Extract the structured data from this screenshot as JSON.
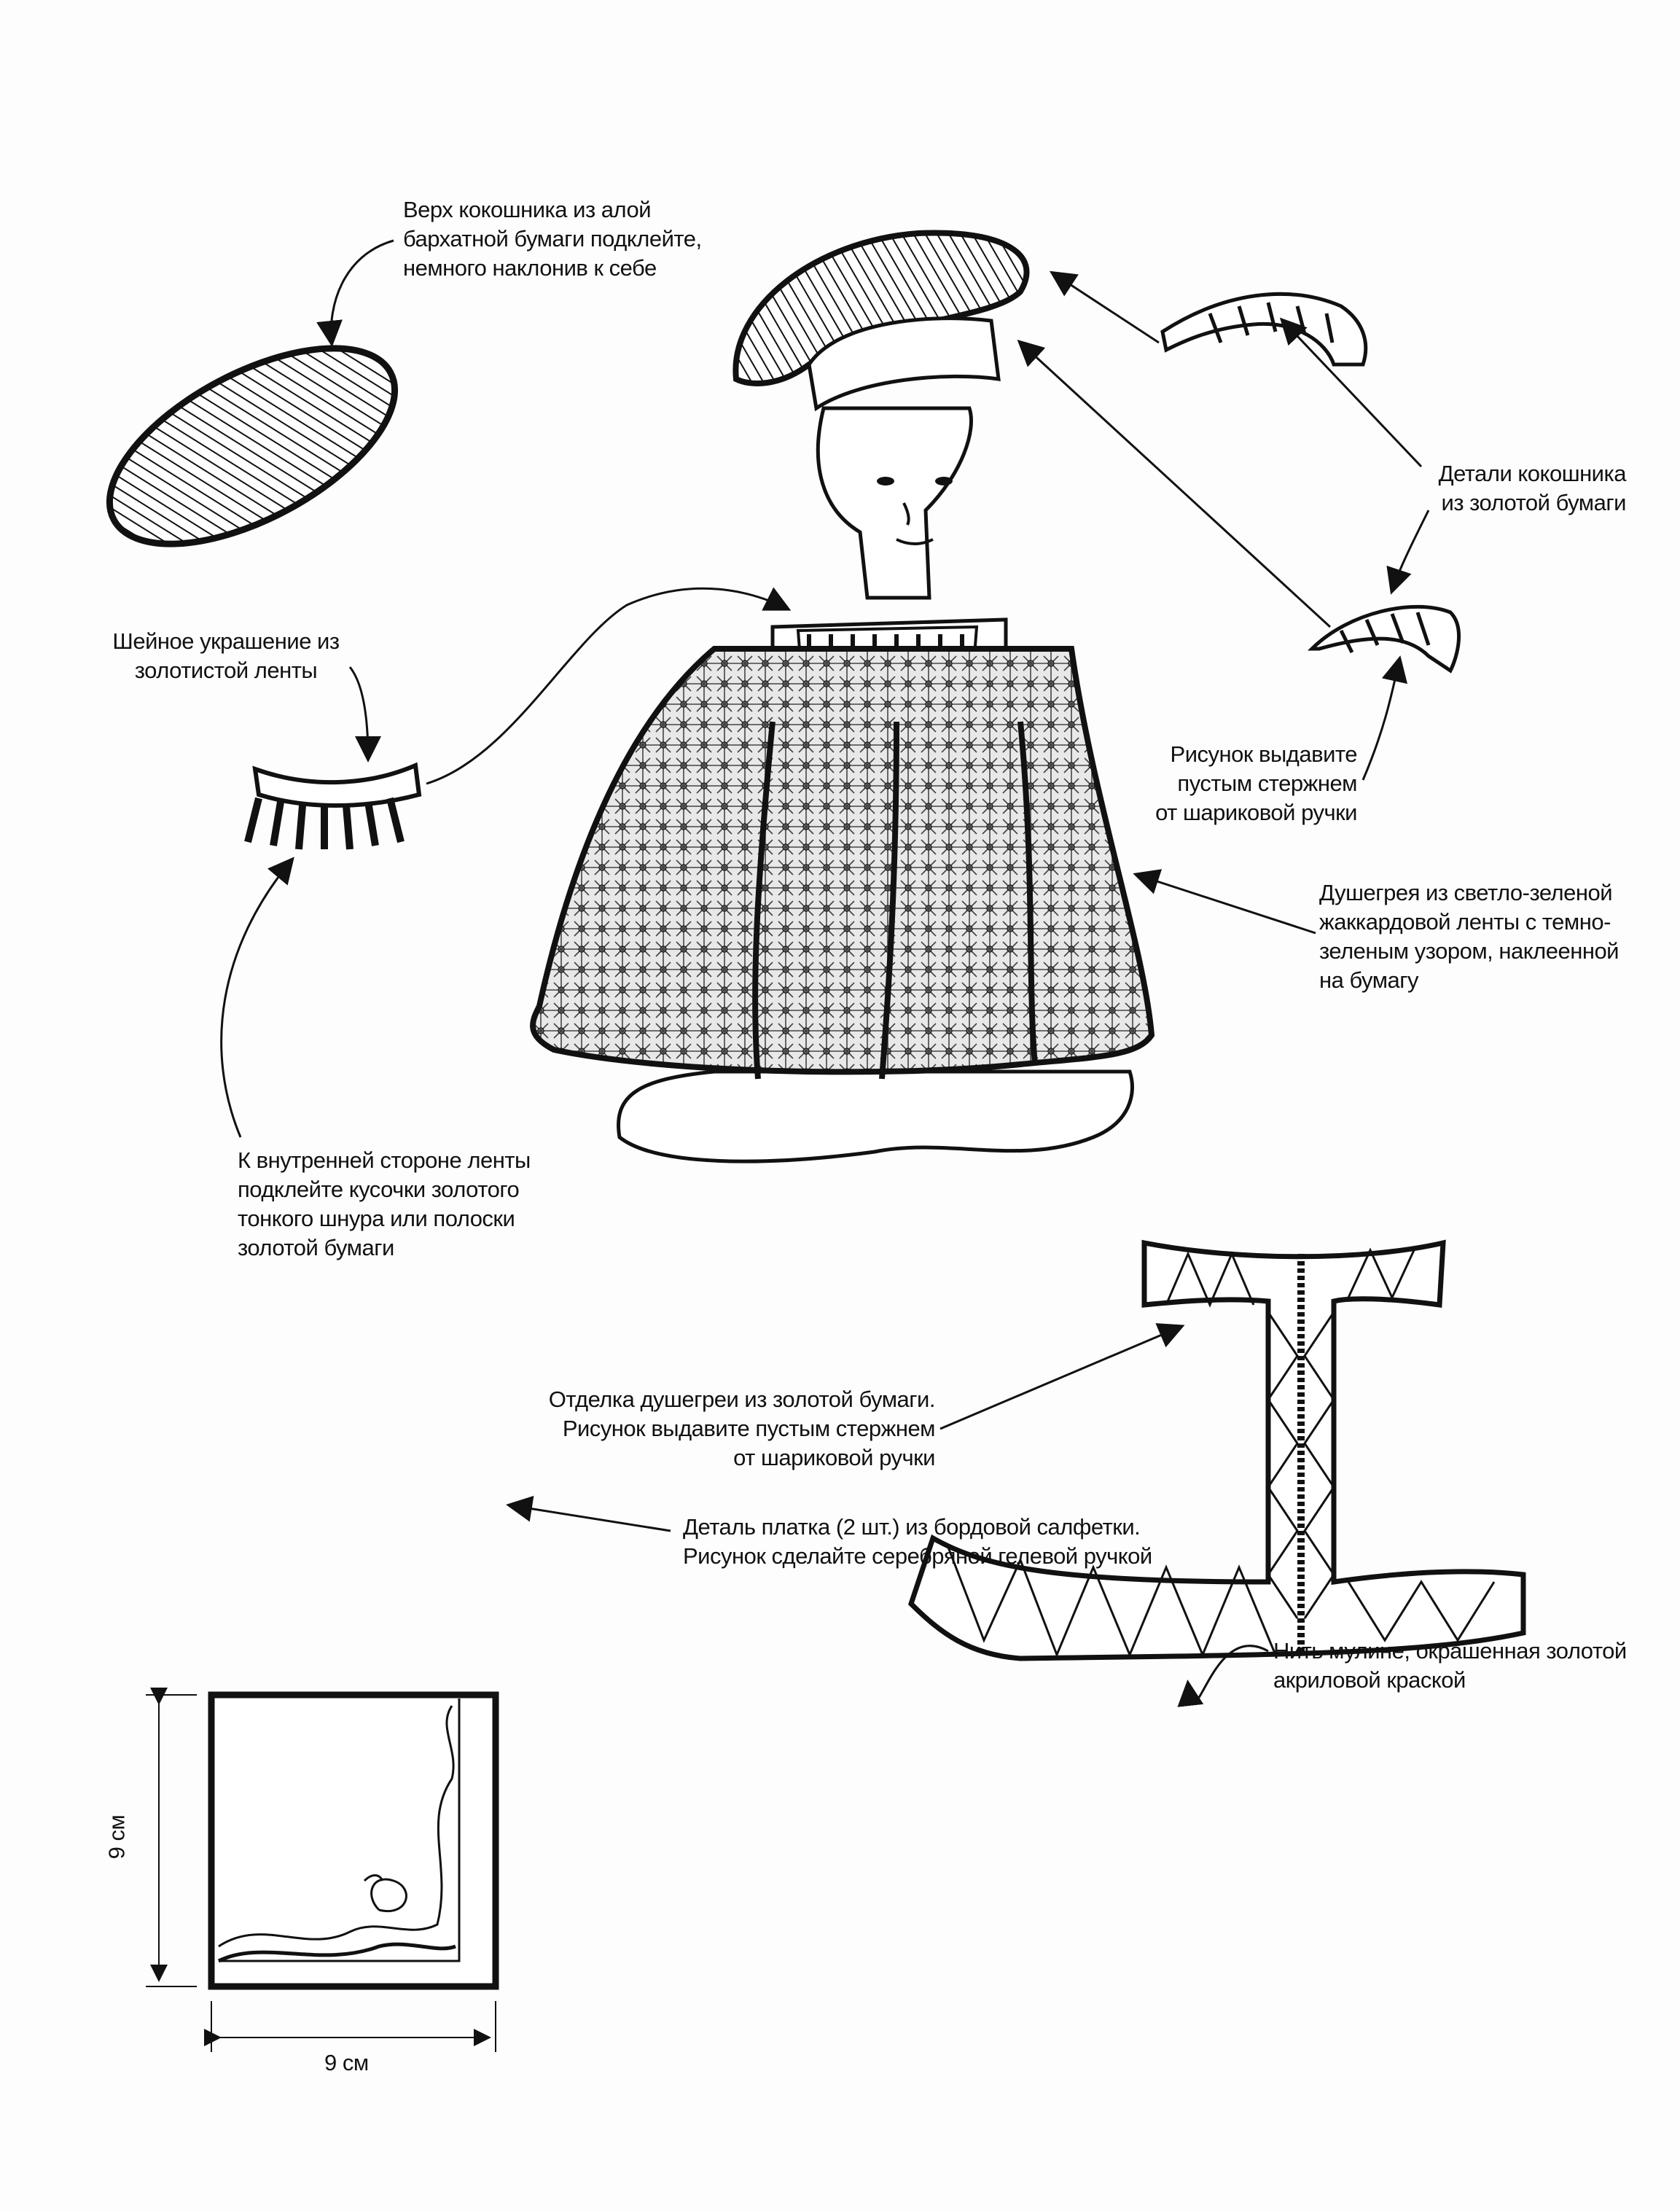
{
  "labels": {
    "kokoshnik_top": [
      "Верх кокошника из алой",
      "бархатной бумаги подклейте,",
      "немного наклонив к себе"
    ],
    "kokoshnik_details": [
      "Детали кокошника",
      "из золотой бумаги"
    ],
    "neck_decoration": [
      "Шейное украшение из",
      "золотистой ленты"
    ],
    "emboss_pattern": [
      "Рисунок выдавите",
      "пустым стержнем",
      "от шариковой ручки"
    ],
    "dushegreya": [
      "Душегрея из светло-зеленой",
      "жаккардовой ленты с темно-",
      "зеленым узором, наклеенной",
      "на бумагу"
    ],
    "inner_side": [
      "К внутренней стороне ленты",
      "подклейте кусочки золотого",
      "тонкого шнура или полоски",
      "золотой бумаги"
    ],
    "trim": [
      "Отделка душегреи из золотой бумаги.",
      "Рисунок выдавите пустым стержнем",
      "от шариковой ручки"
    ],
    "thread": [
      "Нить мулине, окрашенная золотой",
      "акриловой краской"
    ],
    "kerchief": [
      "Деталь платка (2 шт.) из бордовой салфетки.",
      "Рисунок сделайте серебряной гелевой ручкой"
    ]
  },
  "dimensions": {
    "height": "9 см",
    "width": "9 см"
  }
}
